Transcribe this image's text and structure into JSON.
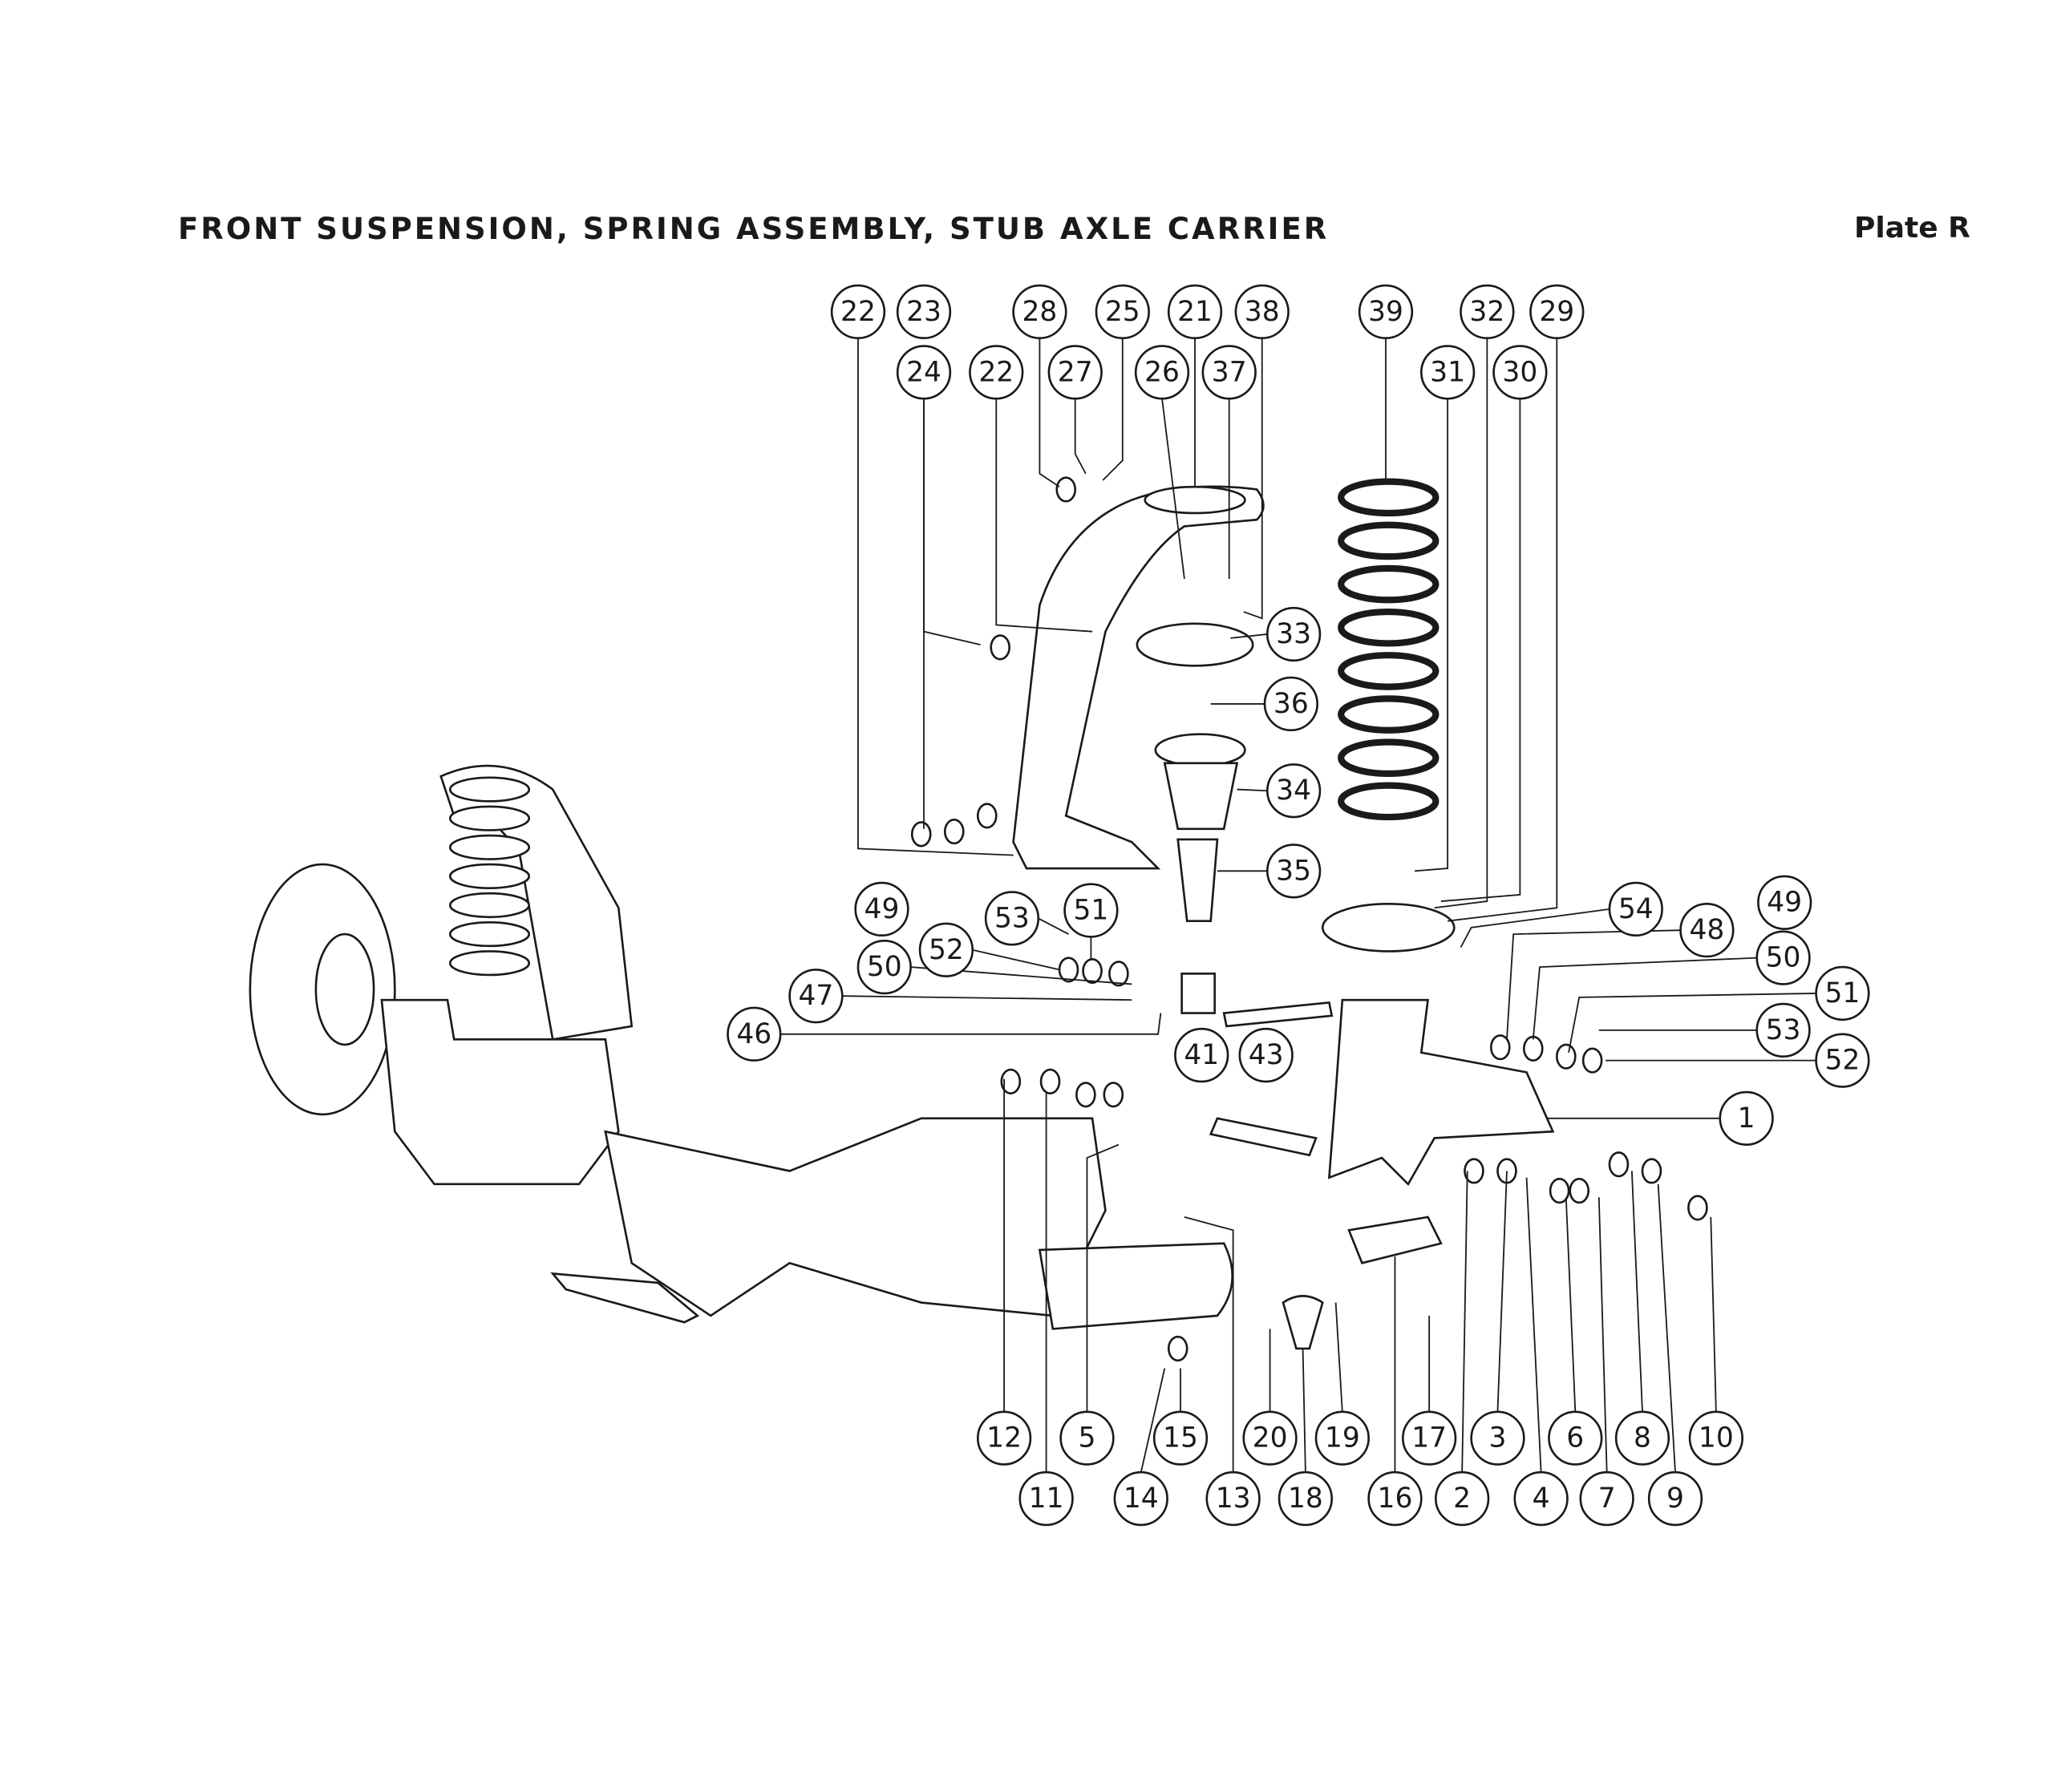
{
  "header": {
    "title": "FRONT SUSPENSION, SPRING ASSEMBLY, STUB AXLE CARRIER",
    "plate": "Plate R"
  },
  "callouts": [
    "22",
    "23",
    "28",
    "25",
    "21",
    "38",
    "39",
    "32",
    "29",
    "24",
    "22",
    "27",
    "26",
    "37",
    "31",
    "30",
    "33",
    "36",
    "34",
    "35",
    "49",
    "53",
    "51",
    "52",
    "50",
    "47",
    "46",
    "41",
    "43",
    "54",
    "48",
    "49",
    "50",
    "51",
    "53",
    "52",
    "1",
    "12",
    "5",
    "15",
    "20",
    "19",
    "17",
    "3",
    "6",
    "8",
    "10",
    "11",
    "14",
    "13",
    "18",
    "16",
    "2",
    "4",
    "7",
    "9"
  ]
}
